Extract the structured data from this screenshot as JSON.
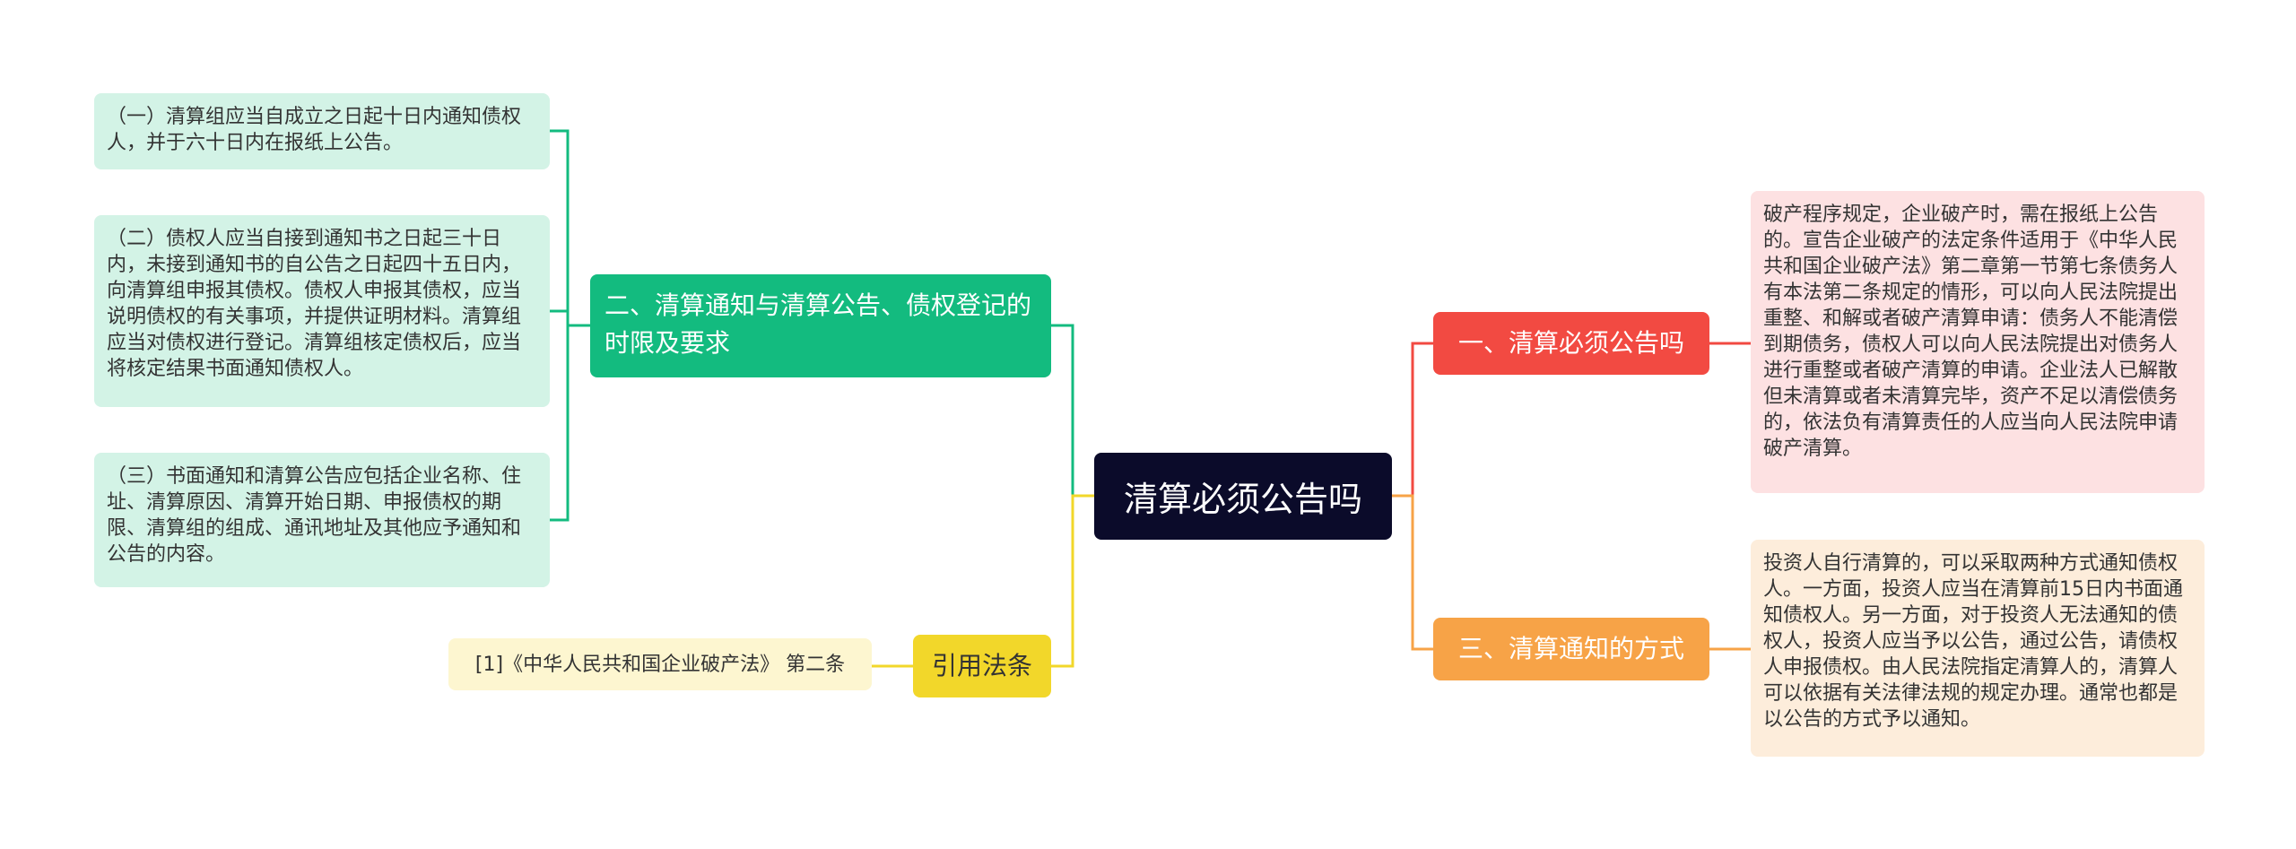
{
  "center": {
    "label": "清算必须公告吗"
  },
  "branches": {
    "notice_deadlines": {
      "label": "二、清算通知与清算公告、债权登记的时限及要求",
      "color": "#13bb7f"
    },
    "must_announce": {
      "label": "一、清算必须公告吗",
      "color": "#f24a42"
    },
    "notice_methods": {
      "label": "三、清算通知的方式",
      "color": "#f7a347"
    },
    "citations": {
      "label": "引用法条",
      "color": "#f2d72a"
    }
  },
  "leaves": {
    "item1": "（一）清算组应当自成立之日起十日内通知债权人，并于六十日内在报纸上公告。",
    "item2": "（二）债权人应当自接到通知书之日起三十日内，未接到通知书的自公告之日起四十五日内，向清算组申报其债权。债权人申报其债权，应当说明债权的有关事项，并提供证明材料。清算组应当对债权进行登记。清算组核定债权后，应当将核定结果书面通知债权人。",
    "item3": "（三）书面通知和清算公告应包括企业名称、住址、清算原因、清算开始日期、申报债权的期限、清算组的组成、通讯地址及其他应予通知和公告的内容。",
    "must_announce_detail": "破产程序规定，企业破产时，需在报纸上公告的。宣告企业破产的法定条件适用于《中华人民共和国企业破产法》第二章第一节第七条债务人有本法第二条规定的情形，可以向人民法院提出重整、和解或者破产清算申请：债务人不能清偿到期债务，债权人可以向人民法院提出对债务人进行重整或者破产清算的申请。企业法人已解散但未清算或者未清算完毕，资产不足以清偿债务的，依法负有清算责任的人应当向人民法院申请破产清算。",
    "notice_methods_detail": "投资人自行清算的，可以采取两种方式通知债权人。一方面，投资人应当在清算前15日内书面通知债权人。另一方面，对于投资人无法通知的债权人，投资人应当予以公告，通过公告，请债权人申报债权。由人民法院指定清算人的，清算人可以依据有关法律法规的规定办理。通常也都是以公告的方式予以通知。",
    "citation1": "[1]《中华人民共和国企业破产法》 第二条"
  }
}
